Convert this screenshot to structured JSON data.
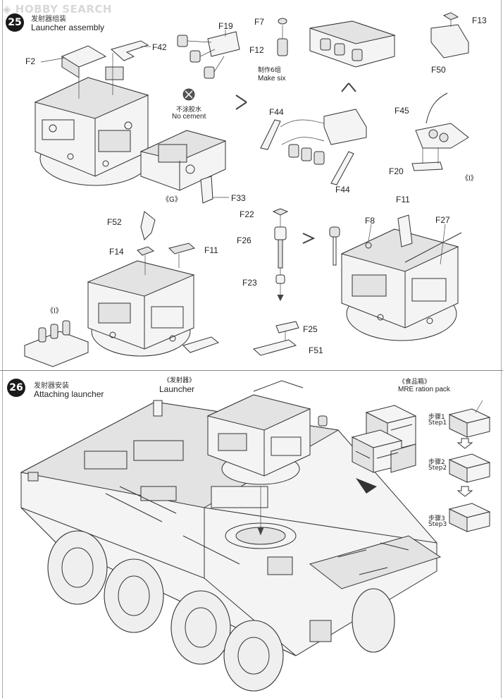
{
  "watermark": {
    "brand": "HOBBY SEARCH"
  },
  "step25": {
    "number": "25",
    "title_cn": "发射器组装",
    "title_en": "Launcher assembly",
    "parts": {
      "f2": "F2",
      "f42": "F42",
      "f19": "F19",
      "f7": "F7",
      "f12": "F12",
      "f13": "F13",
      "f50": "F50",
      "f44a": "F44",
      "f44b": "F44",
      "f45": "F45",
      "f20": "F20",
      "f33": "F33",
      "f52": "F52",
      "f14": "F14",
      "f11a": "F11",
      "f22": "F22",
      "f26": "F26",
      "f23": "F23",
      "f25": "F25",
      "f51": "F51",
      "f11b": "F11",
      "f8": "F8",
      "f27": "F27"
    },
    "make_six_cn": "制作6组",
    "make_six_en": "Make six",
    "no_cement_cn": "不涂胶水",
    "no_cement_en": "No cement",
    "ref_g": "《G》",
    "ref_l1": "《I》",
    "ref_l2": "《I》"
  },
  "step26": {
    "number": "26",
    "title_cn": "发射器安装",
    "title_en": "Attaching launcher",
    "launcher_cn": "《发射器》",
    "launcher_en": "Launcher",
    "mre_cn": "《食品箱》",
    "mre_en": "MRE ration pack",
    "steps": [
      {
        "cn": "步骤1",
        "en": "Step1"
      },
      {
        "cn": "步骤2",
        "en": "Step2"
      },
      {
        "cn": "步骤3",
        "en": "Step3"
      }
    ]
  }
}
